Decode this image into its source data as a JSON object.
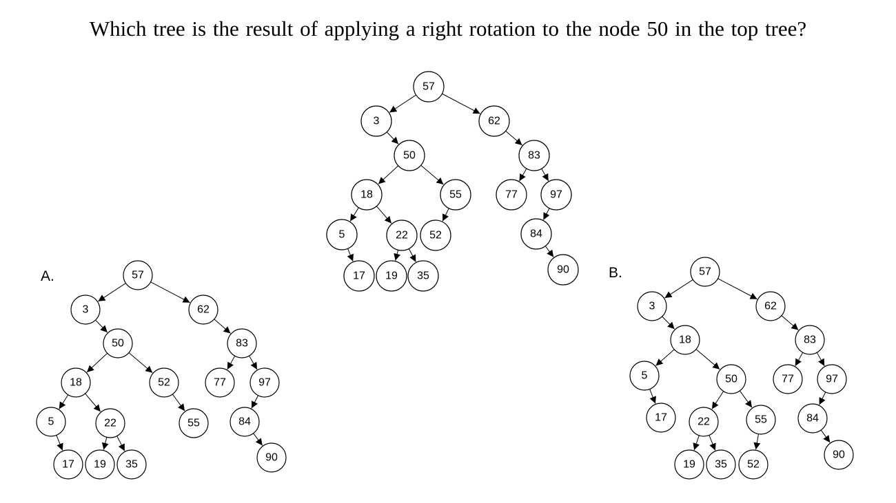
{
  "question": "Which tree is the result of applying a right rotation to the node 50 in the top tree?",
  "trees": [
    {
      "id": "top",
      "label": "",
      "nodes": [
        "57",
        "3",
        "62",
        "50",
        "83",
        "18",
        "55",
        "77",
        "97",
        "5",
        "22",
        "52",
        "84",
        "17",
        "19",
        "35",
        "90"
      ],
      "edges": [
        [
          "57",
          "3"
        ],
        [
          "57",
          "62"
        ],
        [
          "3",
          "50"
        ],
        [
          "62",
          "83"
        ],
        [
          "50",
          "18"
        ],
        [
          "50",
          "55"
        ],
        [
          "83",
          "77"
        ],
        [
          "83",
          "97"
        ],
        [
          "18",
          "5"
        ],
        [
          "18",
          "22"
        ],
        [
          "55",
          "52"
        ],
        [
          "97",
          "84"
        ],
        [
          "5",
          "17"
        ],
        [
          "22",
          "19"
        ],
        [
          "22",
          "35"
        ],
        [
          "84",
          "90"
        ]
      ]
    },
    {
      "id": "a",
      "label": "A.",
      "nodes": [
        "57",
        "3",
        "62",
        "50",
        "83",
        "18",
        "52",
        "77",
        "97",
        "5",
        "22",
        "55",
        "84",
        "17",
        "19",
        "35",
        "90"
      ],
      "edges": [
        [
          "57",
          "3"
        ],
        [
          "57",
          "62"
        ],
        [
          "3",
          "50"
        ],
        [
          "62",
          "83"
        ],
        [
          "50",
          "18"
        ],
        [
          "50",
          "52"
        ],
        [
          "83",
          "77"
        ],
        [
          "83",
          "97"
        ],
        [
          "18",
          "5"
        ],
        [
          "18",
          "22"
        ],
        [
          "52",
          "55"
        ],
        [
          "97",
          "84"
        ],
        [
          "5",
          "17"
        ],
        [
          "22",
          "19"
        ],
        [
          "22",
          "35"
        ],
        [
          "84",
          "90"
        ]
      ]
    },
    {
      "id": "b",
      "label": "B.",
      "nodes": [
        "57",
        "3",
        "62",
        "18",
        "83",
        "5",
        "50",
        "77",
        "97",
        "17",
        "22",
        "55",
        "84",
        "19",
        "35",
        "52",
        "90"
      ],
      "edges": [
        [
          "57",
          "3"
        ],
        [
          "57",
          "62"
        ],
        [
          "3",
          "18"
        ],
        [
          "62",
          "83"
        ],
        [
          "18",
          "5"
        ],
        [
          "18",
          "50"
        ],
        [
          "83",
          "77"
        ],
        [
          "83",
          "97"
        ],
        [
          "5",
          "17"
        ],
        [
          "50",
          "22"
        ],
        [
          "50",
          "55"
        ],
        [
          "97",
          "84"
        ],
        [
          "22",
          "19"
        ],
        [
          "22",
          "35"
        ],
        [
          "55",
          "52"
        ],
        [
          "84",
          "90"
        ]
      ]
    }
  ]
}
